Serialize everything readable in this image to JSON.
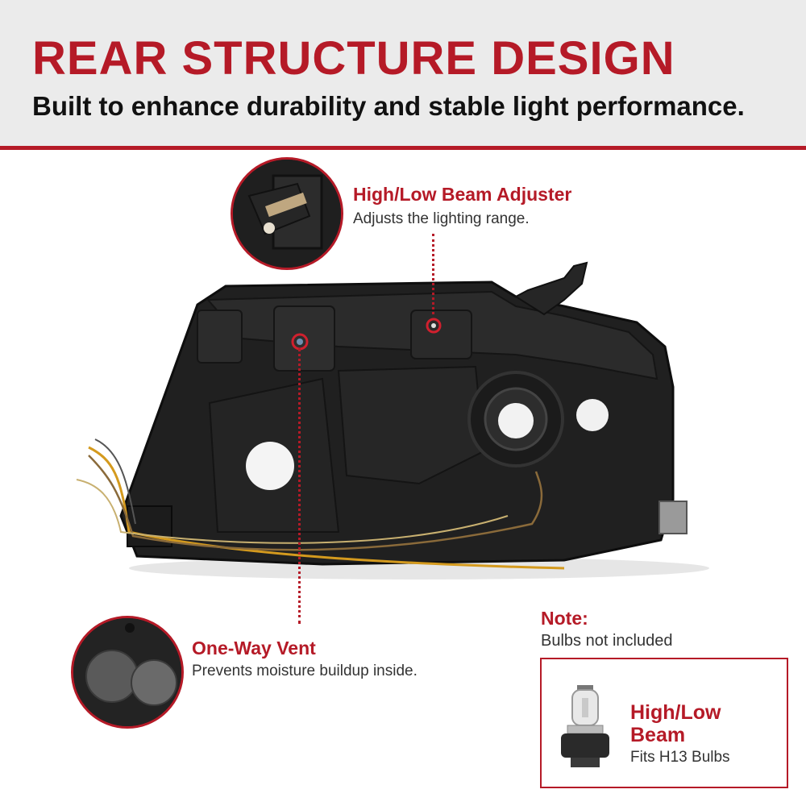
{
  "header": {
    "title": "REAR STRUCTURE DESIGN",
    "subtitle": "Built to enhance durability and stable light performance."
  },
  "callouts": [
    {
      "title": "High/Low Beam Adjuster",
      "description": "Adjusts the lighting range."
    },
    {
      "title": "One-Way Vent",
      "description": "Prevents moisture buildup inside."
    }
  ],
  "note": {
    "title": "Note:",
    "description": "Bulbs not included",
    "bulb_title": "High/Low Beam",
    "bulb_description": "Fits H13 Bulbs"
  },
  "colors": {
    "accent": "#b51a27",
    "header_bg": "#ebebeb",
    "housing": "#1f1f1f"
  }
}
